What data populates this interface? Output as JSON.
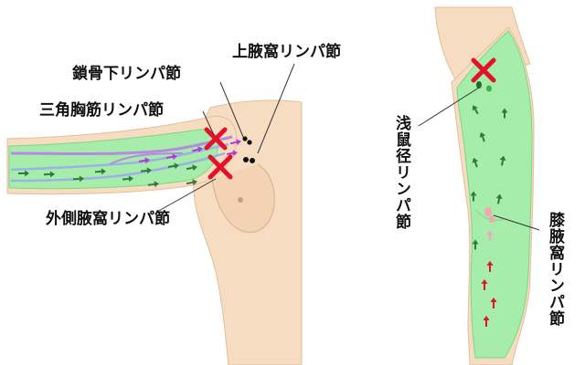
{
  "labels": {
    "upper_axillary": "上腋窩リンパ節",
    "subclavian": "鎖骨下リンパ節",
    "sankaku_kyokin": "三角胸筋リンパ節",
    "lateral_axillary": "外側腋窩リンパ節",
    "superficial_inguinal": "浅鼠径リンパ節",
    "popliteal": "膝腋窩リンパ節"
  },
  "colors": {
    "skin": "#f6dcc0",
    "skin_edge": "#e2bf9c",
    "lymph_green": "#a6ecaa",
    "lymph_green_edge": "#7fd586",
    "arrow_green": "#2f7a3d",
    "arrow_purple": "#b13ad6",
    "arrow_red": "#e3122b",
    "cross_red": "#e3122b",
    "node_black": "#111111",
    "node_pink": "#f4a6b5"
  },
  "icons": {
    "blocked_marker": "x-mark-icon",
    "lymph_node": "node-dot-icon"
  }
}
